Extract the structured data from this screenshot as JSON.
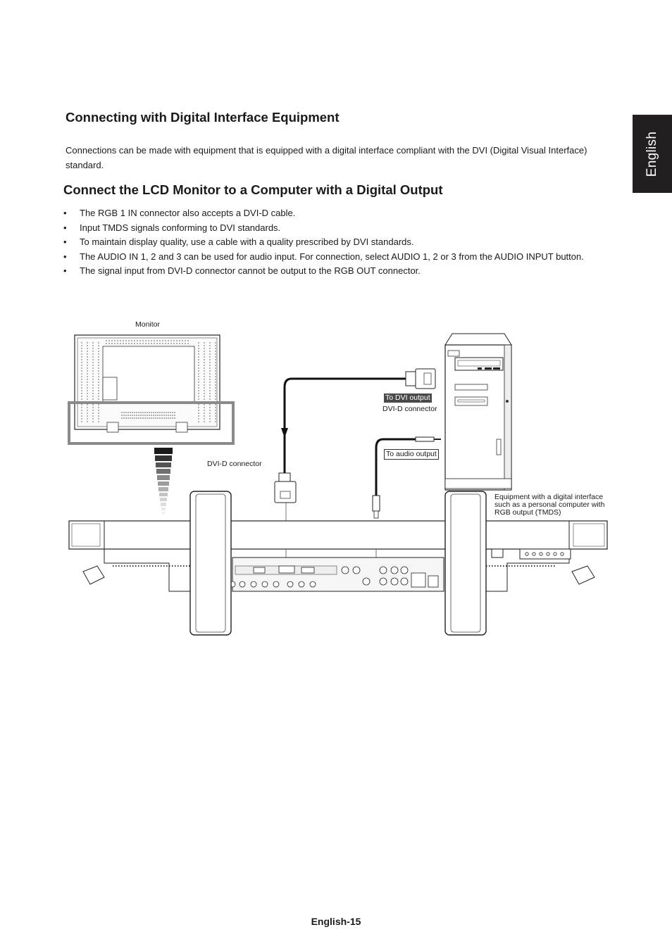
{
  "side_tab": {
    "label": "English"
  },
  "section1": {
    "heading": "Connecting with Digital Interface Equipment",
    "body": "Connections can be made with equipment that is equipped with a digital interface compliant with the DVI (Digital Visual Interface) standard."
  },
  "section2": {
    "heading": "Connect the LCD Monitor to a Computer with a Digital Output",
    "bullets": [
      "The RGB 1 IN connector also accepts a DVI-D cable.",
      "Input TMDS signals conforming to DVI standards.",
      "To maintain display quality, use a cable with a quality prescribed by DVI standards.",
      "The AUDIO IN 1, 2 and 3 can be used for audio input. For connection, select AUDIO 1, 2 or 3 from the AUDIO INPUT button.",
      "The signal input from DVI-D connector cannot be output to the RGB OUT connector."
    ]
  },
  "diagram": {
    "monitor_label": "Monitor",
    "dvi_connector_label_left": "DVI-D connector",
    "to_dvi_output_label": "To DVI output",
    "dvi_connector_label_right": "DVI-D connector",
    "to_audio_output_label": "To audio output",
    "equipment_label_line1": "Equipment with a digital interface",
    "equipment_label_line2": "such as a personal computer with",
    "equipment_label_line3": "RGB output (TMDS)"
  },
  "footer": {
    "page_label": "English-15"
  }
}
